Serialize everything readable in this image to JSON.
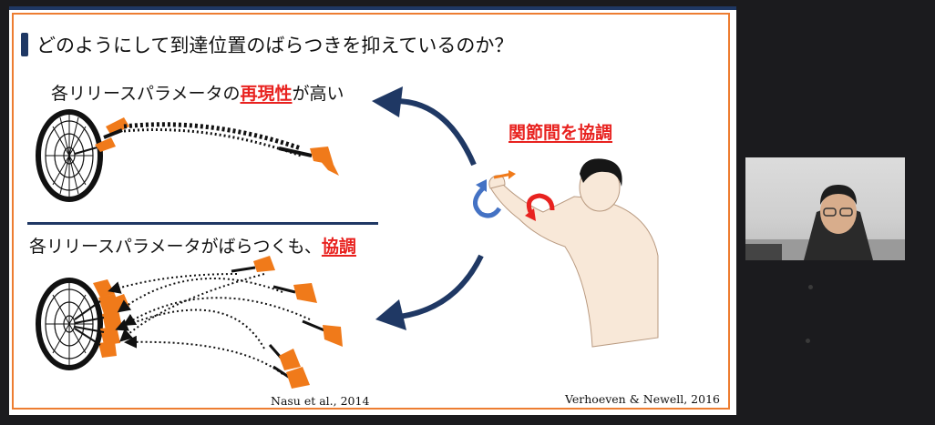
{
  "slide": {
    "title": "どのようにして到達位置のばらつきを抑えているのか？",
    "subtitle1": {
      "prefix": "各リリースパラメータの",
      "highlight": "再現性",
      "suffix": "が高い"
    },
    "subtitle2": {
      "prefix": "各リリースパラメータがばらつくも、",
      "highlight": "協調"
    },
    "coordination_label": "関節間を協調",
    "citation_left": "Nasu et al., 2014",
    "citation_right": "Verhoeven & Newell, 2016"
  },
  "colors": {
    "accent_navy": "#1f3864",
    "frame_orange": "#ed7d31",
    "highlight_red": "#e8221f",
    "dart_orange": "#f07a1a"
  },
  "icons": [
    "dartboard-icon",
    "dart-icon",
    "curved-arrow-icon",
    "rotation-arrow-icon",
    "thrower-figure-icon"
  ],
  "video": {
    "participant": "webcam-participant"
  }
}
